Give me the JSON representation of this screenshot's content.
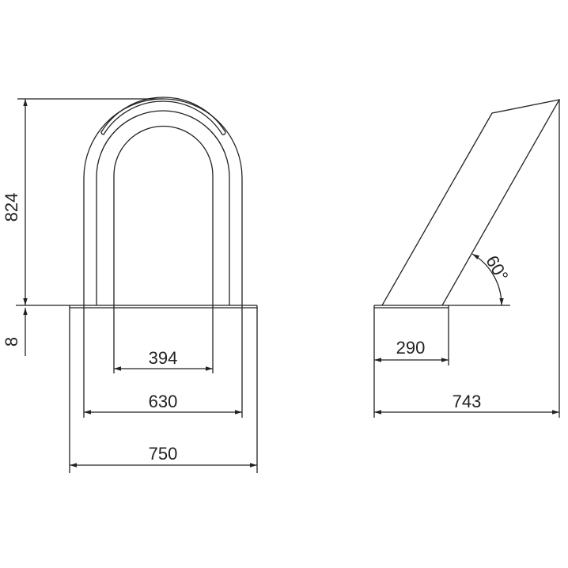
{
  "front_view": {
    "height_label": "824",
    "plate_label": "8",
    "inner_width_label": "394",
    "leg_width_label": "630",
    "plate_width_label": "750"
  },
  "side_view": {
    "angle_label": "60°",
    "base_label": "290",
    "depth_label": "743"
  },
  "colors": {
    "line": "#222222",
    "background": "#ffffff"
  }
}
